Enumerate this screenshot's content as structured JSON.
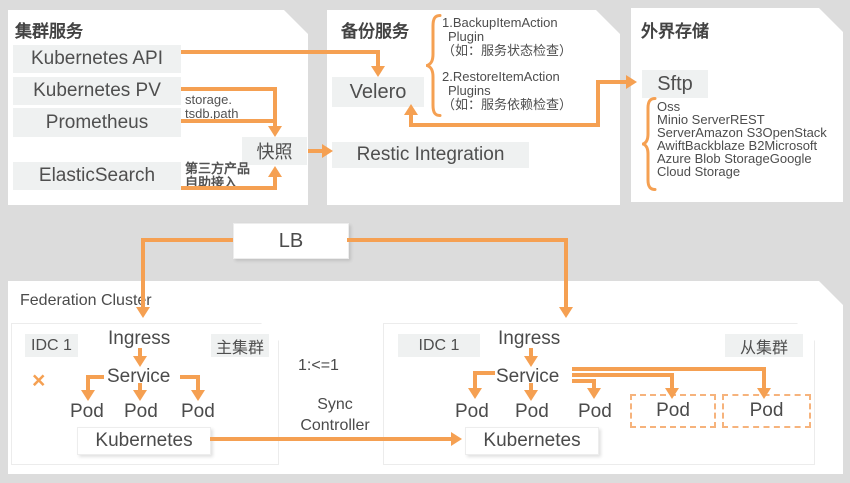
{
  "colors": {
    "accent": "#F5A052",
    "background": "#DCDCDC",
    "panel": "#FFFFFF",
    "item_background": "#EFF1F1",
    "text": "#4B4B4B",
    "dashed_border": "#F6B37C"
  },
  "cluster_services": {
    "title": "集群服务",
    "items": [
      "Kubernetes API",
      "Kubernetes PV",
      "Prometheus",
      "ElasticSearch"
    ],
    "snapshot_label": "快照",
    "storage_note": [
      "storage.",
      "tsdb.path"
    ],
    "third_party_note": [
      "第三方产品",
      "自助接入"
    ]
  },
  "backup_services": {
    "title": "备份服务",
    "velero_label": "Velero",
    "restic_label": "Restic Integration",
    "plugin_lines": [
      "1.BackupItemAction",
      "Plugin",
      "（如：服务状态检查）",
      "",
      "2.RestoreItemAction",
      "Plugins",
      "（如：服务依赖检查）"
    ]
  },
  "external_storage": {
    "title": "外界存储",
    "sftp_label": "Sftp",
    "providers": [
      "Oss",
      "Minio ServerREST",
      "ServerAmazon S3OpenStack",
      "AwiftBackblaze B2Microsoft",
      "Azure Blob StorageGoogle",
      "Cloud Storage"
    ]
  },
  "load_balancer": {
    "label": "LB"
  },
  "federation": {
    "title": "Federation Cluster",
    "sync_ratio": "1:<=1",
    "sync_controller": [
      "Sync",
      "Controller"
    ],
    "primary": {
      "idc": "IDC 1",
      "role": "主集群",
      "ingress": "Ingress",
      "service": "Service",
      "pods": [
        "Pod",
        "Pod",
        "Pod"
      ],
      "kubernetes": "Kubernetes",
      "cross_mark": "×"
    },
    "secondary": {
      "idc": "IDC 1",
      "role": "从集群",
      "ingress": "Ingress",
      "service": "Service",
      "pods": [
        "Pod",
        "Pod",
        "Pod"
      ],
      "dashed_pods": [
        "Pod",
        "Pod"
      ],
      "kubernetes": "Kubernetes"
    }
  }
}
